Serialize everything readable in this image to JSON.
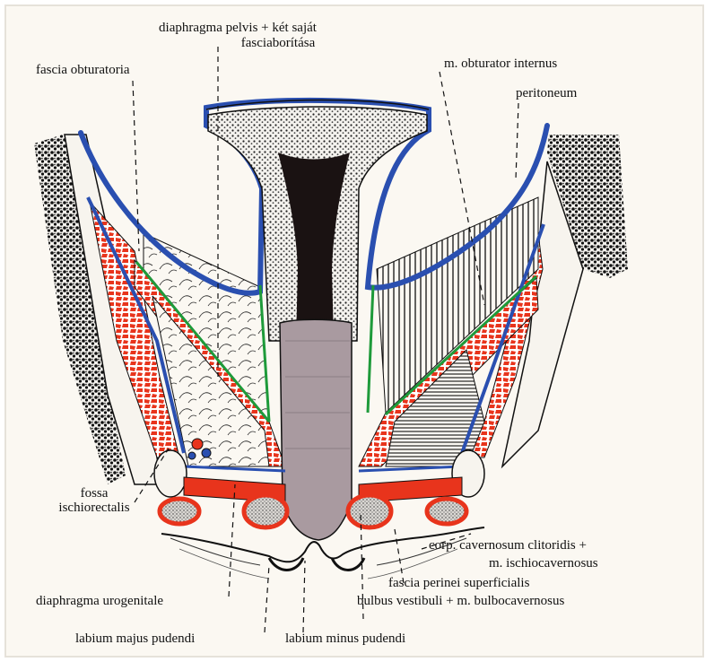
{
  "labels": {
    "diaphragma_pelvis_1": "diaphragma pelvis + két saját",
    "diaphragma_pelvis_2": "fasciaborítása",
    "fascia_obturatoria": "fascia obturatoria",
    "m_obturator_internus": "m. obturator internus",
    "peritoneum": "peritoneum",
    "fossa_1": "fossa",
    "fossa_2": "ischiorectalis",
    "corp_cav_1": "corp. cavernosum clitoridis +",
    "corp_cav_2": "m. ischiocavernosus",
    "fascia_perinei": "fascia perinei superficialis",
    "bulbus": "bulbus vestibuli + m. bulbocavernosus",
    "diaphragma_urogenitale": "diaphragma urogenitale",
    "labium_majus": "labium majus pudendi",
    "labium_minus": "labium minus pudendi"
  },
  "colors": {
    "background": "#ffffff",
    "panel": "#fbf8f2",
    "muscle_red": "#e8341c",
    "fascia_blue": "#2a4fb0",
    "fascia_green": "#1e9a3a",
    "bone": "#111111",
    "rectum_fill": "#a99aa0",
    "lumen": "#1a1212"
  },
  "icons": [
    "bone-stipple",
    "muscle-fibers",
    "vessel-bundle"
  ]
}
